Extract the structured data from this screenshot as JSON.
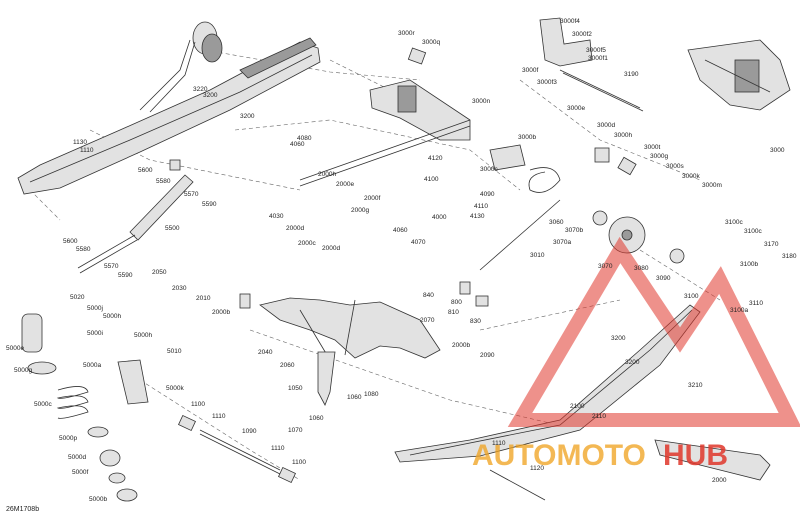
{
  "diagram": {
    "code": "26M1708b",
    "watermark": {
      "part1": "AUTOMOTO",
      "part2": "HUB",
      "color_red": "#e0372b",
      "color_orange": "#f0a11c"
    },
    "labels": [
      "3000r",
      "3000q",
      "3000f4",
      "3000f2",
      "3000f5",
      "3000f1",
      "3000f",
      "3000f3",
      "3190",
      "3000n",
      "3000e",
      "3000d",
      "3000b",
      "3000h",
      "3000t",
      "3000g",
      "3000s",
      "3000k",
      "3000m",
      "3000",
      "3220",
      "3200",
      "3200",
      "1130",
      "1110",
      "4080",
      "4060",
      "4120",
      "4100",
      "2000h",
      "2000e",
      "2000f",
      "2000g",
      "4000",
      "4030",
      "2000d",
      "2000c",
      "2000d",
      "4060",
      "4070",
      "3000c",
      "4090",
      "4110",
      "4130",
      "3060",
      "3070b",
      "3070a",
      "3010",
      "3070",
      "3080",
      "3090",
      "3100c",
      "3100c",
      "3170",
      "3180",
      "3100b",
      "3100",
      "3110",
      "3100a",
      "5600",
      "5580",
      "5570",
      "5590",
      "5500",
      "5600",
      "5580",
      "5570",
      "5590",
      "2050",
      "2030",
      "2010",
      "2000b",
      "840",
      "800",
      "810",
      "830",
      "5020",
      "5000j",
      "5000h",
      "5000i",
      "5000h",
      "5010",
      "5000e",
      "5000g",
      "5000a",
      "5000c",
      "5000k",
      "1100",
      "1110",
      "5000p",
      "5000d",
      "5000f",
      "5000b",
      "2070",
      "2040",
      "2060",
      "2000b",
      "2090",
      "1050",
      "1060",
      "1080",
      "1070",
      "1060",
      "1090",
      "1110",
      "1100",
      "3200",
      "3200",
      "3210",
      "2100",
      "2110",
      "1110",
      "1120",
      "2000"
    ]
  }
}
